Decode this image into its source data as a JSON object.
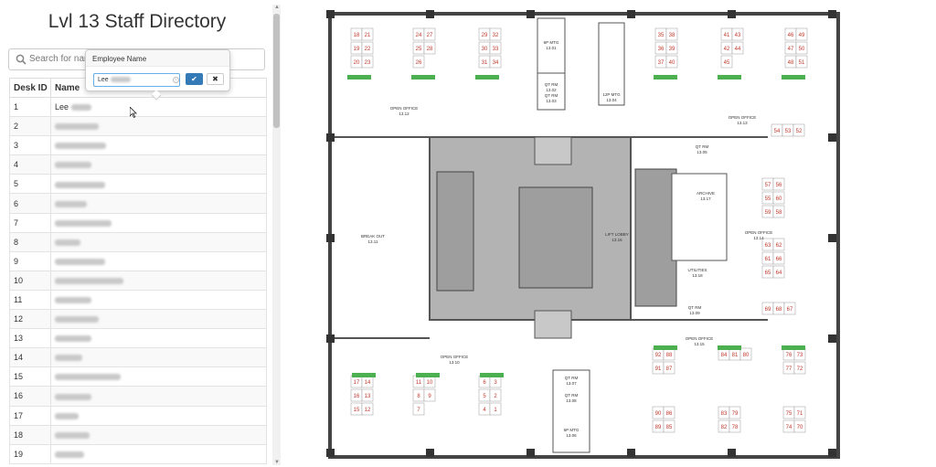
{
  "page": {
    "title": "Lvl 13 Staff Directory"
  },
  "search": {
    "placeholder": "Search for name"
  },
  "table": {
    "headers": [
      "Desk ID",
      "Name"
    ],
    "rows": [
      {
        "id": "1",
        "name": "Lee"
      },
      {
        "id": "2",
        "name": ""
      },
      {
        "id": "3",
        "name": ""
      },
      {
        "id": "4",
        "name": ""
      },
      {
        "id": "5",
        "name": ""
      },
      {
        "id": "6",
        "name": ""
      },
      {
        "id": "7",
        "name": ""
      },
      {
        "id": "8",
        "name": ""
      },
      {
        "id": "9",
        "name": ""
      },
      {
        "id": "10",
        "name": ""
      },
      {
        "id": "11",
        "name": ""
      },
      {
        "id": "12",
        "name": ""
      },
      {
        "id": "13",
        "name": ""
      },
      {
        "id": "14",
        "name": ""
      },
      {
        "id": "15",
        "name": ""
      },
      {
        "id": "16",
        "name": ""
      },
      {
        "id": "17",
        "name": ""
      },
      {
        "id": "18",
        "name": ""
      },
      {
        "id": "19",
        "name": ""
      }
    ]
  },
  "popover": {
    "title": "Employee Name",
    "input_value": "Lee",
    "ok_icon": "check-icon",
    "cancel_icon": "close-icon"
  },
  "floorplan": {
    "rooms": [
      {
        "name": "6P MTG",
        "code": "13.01"
      },
      {
        "name": "QT RM",
        "code": "13.02"
      },
      {
        "name": "QT RM",
        "code": "13.03"
      },
      {
        "name": "12P MTG",
        "code": "13.04"
      },
      {
        "name": "QT RM",
        "code": "13.05"
      },
      {
        "name": "OPEN OFFICE",
        "code": "13.12"
      },
      {
        "name": "OPEN OFFICE",
        "code": "13.13"
      },
      {
        "name": "ARCHIVE",
        "code": "13.17"
      },
      {
        "name": "OPEN OFFICE",
        "code": "13.14"
      },
      {
        "name": "BREAK OUT",
        "code": "13.11"
      },
      {
        "name": "LIFT LOBBY",
        "code": "13.16"
      },
      {
        "name": "UTILITIES",
        "code": "13.18"
      },
      {
        "name": "QT RM",
        "code": "13.09"
      },
      {
        "name": "OPEN OFFICE",
        "code": "13.15"
      },
      {
        "name": "OPEN OFFICE",
        "code": "13.10"
      },
      {
        "name": "QT RM",
        "code": "13.07"
      },
      {
        "name": "QT RM",
        "code": "13.08"
      },
      {
        "name": "6P MTG",
        "code": "13.06"
      }
    ],
    "desk_color": "#c0392b",
    "wall_color": "#555555",
    "core_color": "#a9a9a9",
    "plant_color": "#4caf50"
  }
}
